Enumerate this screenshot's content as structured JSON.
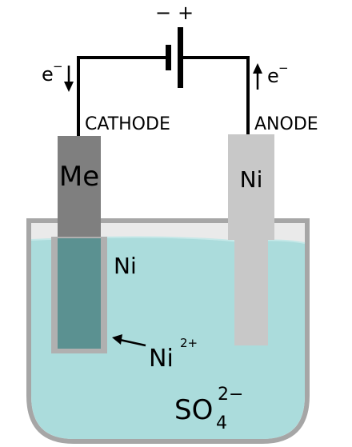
{
  "colors": {
    "wire": "#000000",
    "solution": "#a9dcdc",
    "solution_top": "#bfe6e6",
    "beaker_edge": "#a6a6a6",
    "beaker_fill": "#e6e6e6",
    "cathode_metal": "#7f7f7f",
    "cathode_coating": "#b0b0b0",
    "cathode_submerged": "#5a9090",
    "anode_metal": "#c8c8c8"
  },
  "battery": {
    "minus_label": "−",
    "plus_label": "+"
  },
  "electron_left": {
    "label": "e",
    "superscript": "−",
    "direction": "down"
  },
  "electron_right": {
    "label": "e",
    "superscript": "−",
    "direction": "up"
  },
  "cathode": {
    "label": "CATHODE",
    "metal_label": "Me",
    "coating_label": "Ni"
  },
  "anode": {
    "label": "ANODE",
    "metal_label": "Ni"
  },
  "ion": {
    "symbol": "Ni",
    "charge": "2+"
  },
  "electrolyte": {
    "formula": "SO",
    "subscript": "4",
    "charge": "2−"
  }
}
